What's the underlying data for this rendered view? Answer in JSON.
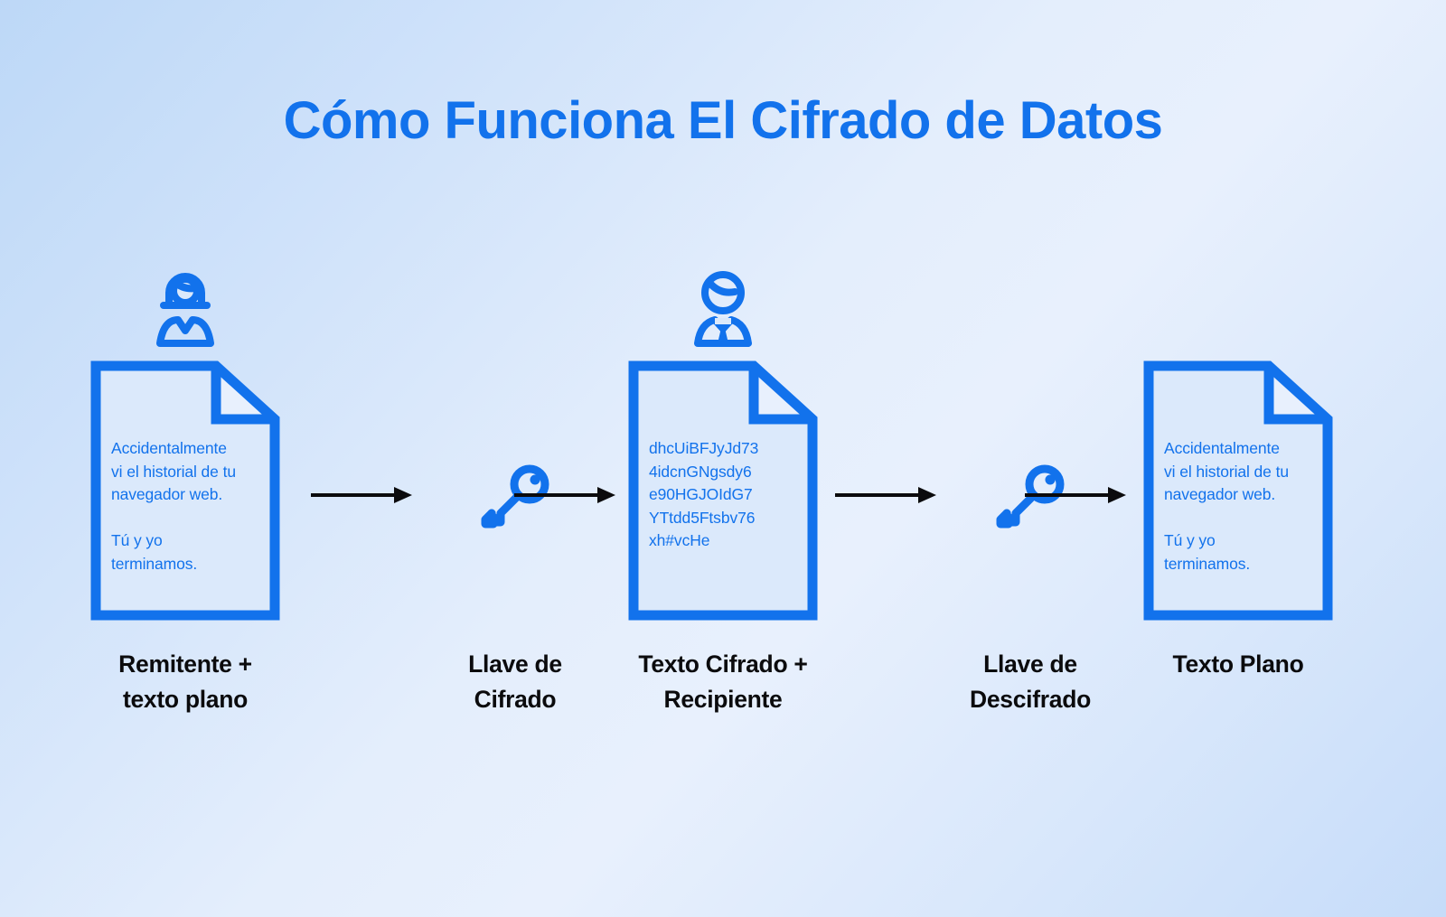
{
  "title": "Cómo Funciona El Cifrado de Datos",
  "colors": {
    "accent_blue": "#1272ec",
    "doc_fill": "#dbe9fb",
    "arrow_black": "#0b0b0d",
    "caption_text": "#0b0b0d",
    "bg_light": "#e8f0fd",
    "bg_blue": "#bdd8f7"
  },
  "steps": [
    {
      "kind": "document",
      "person_icon": "person-female-icon",
      "doc_text": "Accidentalmente\nvi el historial de tu\nnavegador web.\n\nTú y yo\nterminamos.",
      "caption": "Remitente +\ntexto plano"
    },
    {
      "kind": "key",
      "icon": "key-icon",
      "caption": "Llave de\nCifrado"
    },
    {
      "kind": "document",
      "person_icon": "person-male-icon",
      "doc_text": "dhcUiBFJyJd73\n4idcnGNgsdy6\ne90HGJOIdG7\nYTtdd5Ftsbv76\nxh#vcHe",
      "caption": "Texto Cifrado +\nRecipiente"
    },
    {
      "kind": "key",
      "icon": "key-icon",
      "caption": "Llave de\nDescifrado"
    },
    {
      "kind": "document",
      "person_icon": null,
      "doc_text": "Accidentalmente\nvi el historial de tu\nnavegador web.\n\nTú y yo\nterminamos.",
      "caption": "Texto Plano"
    }
  ],
  "arrows": [
    {
      "name": "arrow-plaintext-to-enckey",
      "direction": "right"
    },
    {
      "name": "arrow-enckey-to-ciphertext",
      "direction": "right"
    },
    {
      "name": "arrow-ciphertext-to-deckey",
      "direction": "right"
    },
    {
      "name": "arrow-deckey-to-plaintext",
      "direction": "right"
    }
  ]
}
